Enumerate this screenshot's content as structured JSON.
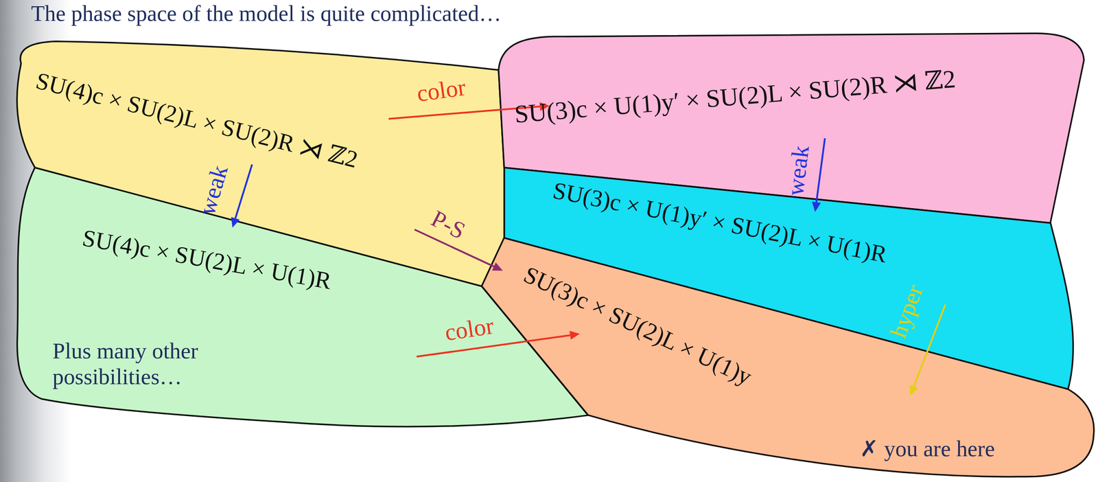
{
  "diagram": {
    "title": "The phase space of the model is quite complicated…",
    "nodes": [
      {
        "text": [
          "SU(4)c × SU(2)L × SU(2)R ⋊ ℤ2"
        ]
      },
      {
        "text": [
          "SU(3)c × U(1)y′ × SU(2)L × SU(2)R ⋊ ℤ2"
        ]
      },
      {
        "text": [
          "SU(4)c × SU(2)L × U(1)R"
        ]
      },
      {
        "text": [
          "SU(3)c × U(1)y′ × SU(2)L × U(1)R"
        ]
      },
      {
        "text": [
          "SU(3)c × SU(2)L × U(1)y"
        ]
      }
    ],
    "edges": [
      {
        "from": 0,
        "to": 1,
        "arrow": "to",
        "label": "color"
      },
      {
        "from": 0,
        "to": 2,
        "arrow": "to",
        "label": "weak"
      },
      {
        "from": 0,
        "to": 4,
        "arrow": "to",
        "label": "P-S"
      },
      {
        "from": 1,
        "to": 3,
        "arrow": "to",
        "label": "weak"
      },
      {
        "from": 2,
        "to": 4,
        "arrow": "to",
        "label": "color"
      },
      {
        "from": 3,
        "to": 4,
        "arrow": "to",
        "label": "hyper"
      }
    ],
    "labels": [
      "Plus many other possibilities…",
      "✗ you are here"
    ]
  }
}
